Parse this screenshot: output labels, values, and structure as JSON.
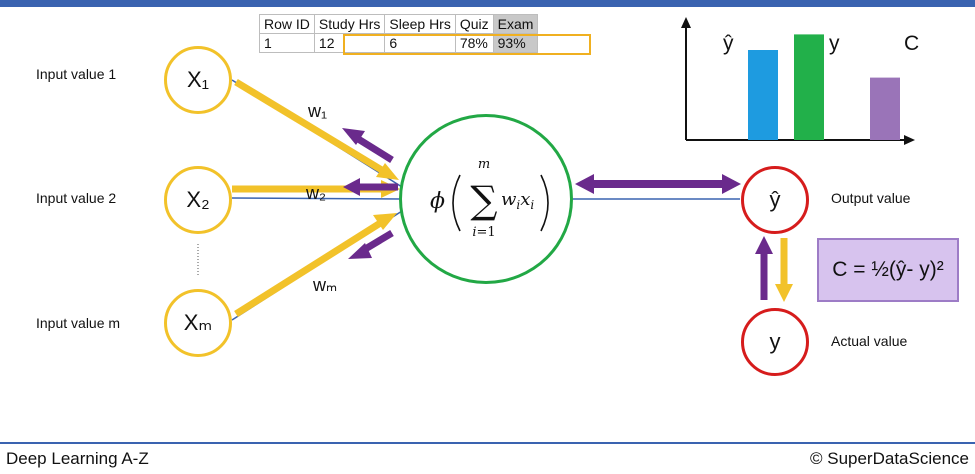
{
  "table": {
    "headers": [
      "Row ID",
      "Study Hrs",
      "Sleep Hrs",
      "Quiz",
      "Exam"
    ],
    "row": [
      "1",
      "12",
      "6",
      "78%",
      "93%"
    ]
  },
  "inputs": {
    "labels": [
      "Input value 1",
      "Input value 2",
      "Input value m"
    ],
    "nodes": [
      "X₁",
      "X₂",
      "Xₘ"
    ]
  },
  "weights": [
    "w₁",
    "w₂",
    "wₘ"
  ],
  "outputs": {
    "yhat_label": "Output value",
    "yhat_symbol": "ŷ",
    "y_label": "Actual value",
    "y_symbol": "y"
  },
  "cost_formula": "C = ½(ŷ- y)²",
  "bar_chart": {
    "labels": [
      "ŷ",
      "y",
      "C"
    ],
    "values": [
      0.75,
      0.88,
      0.52
    ],
    "colors": [
      "#1e9be0",
      "#22b04a",
      "#9a74b8"
    ]
  },
  "colors": {
    "yellow": "#f2c22a",
    "purple": "#6a2a8c",
    "green": "#22a845",
    "red": "#d61c1c",
    "blue": "#3a63b0"
  },
  "footer": {
    "left": "Deep Learning A-Z",
    "right": "© SuperDataScience"
  }
}
